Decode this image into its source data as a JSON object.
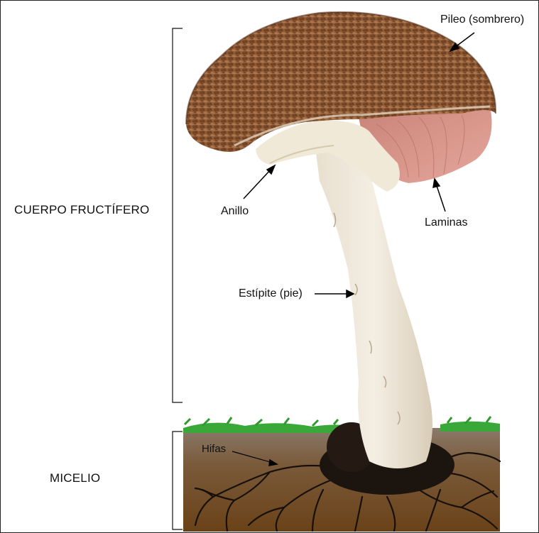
{
  "labels": {
    "pileo": "Pileo (sombrero)",
    "anillo": "Anillo",
    "laminas": "Laminas",
    "estipite": "Estípite (pie)",
    "hifas": "Hifas"
  },
  "sections": {
    "cuerpo": "CUERPO FRUCTÍFERO",
    "micelio": "MICELIO"
  },
  "colors": {
    "cap": "#7a4a2c",
    "cap_dark": "#4e2c17",
    "gills": "#d7928a",
    "stem": "#ece4d6",
    "grass": "#3aa43a",
    "soil_top": "#7c6a58",
    "soil_bottom": "#6a4418",
    "hyphae": "#1a120c"
  }
}
